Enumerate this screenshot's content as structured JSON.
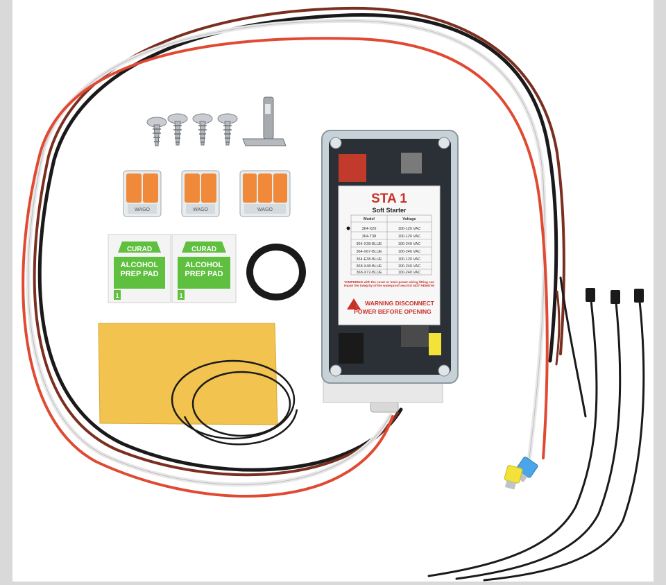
{
  "product_photo": {
    "device": {
      "title": "STA 1",
      "subtitle": "Soft Starter",
      "table": {
        "headers": [
          "Model",
          "Voltage"
        ],
        "rows": [
          {
            "model": "364-X26",
            "voltage": "100-120 VAC",
            "selected": true
          },
          {
            "model": "364-T38",
            "voltage": "100-120 VAC",
            "selected": false
          },
          {
            "model": "364-X38-BLUE",
            "voltage": "100-240 VAC",
            "selected": false
          },
          {
            "model": "364-X67-BLUE",
            "voltage": "100-240 VAC",
            "selected": false
          },
          {
            "model": "364-E38-BLUE",
            "voltage": "100-120 VAC",
            "selected": false
          },
          {
            "model": "368-X48-BLUE",
            "voltage": "100-240 VAC",
            "selected": false
          },
          {
            "model": "368-X72-BLUE",
            "voltage": "100-240 VAC",
            "selected": false
          }
        ]
      },
      "tamper_notice": "TAMPERING with the cover or main power wiring fitting can impair the integrity of the waterproof seal DO NOT REMOVE",
      "warning_line1": "WARNING DISCONNECT",
      "warning_line2": "POWER BEFORE OPENING"
    },
    "alcohol_pads": [
      {
        "brand": "CURAD",
        "line1": "ALCOHOL",
        "line2": "PREP PAD",
        "count": "1"
      },
      {
        "brand": "CURAD",
        "line1": "ALCOHOL",
        "line2": "PREP PAD",
        "count": "1"
      }
    ],
    "wago_connectors": [
      {
        "brand": "WAGO",
        "levers": 2
      },
      {
        "brand": "WAGO",
        "levers": 2
      },
      {
        "brand": "WAGO",
        "levers": 3
      }
    ],
    "colors": {
      "wire_red": "#e04a32",
      "wire_white": "#f2f2f2",
      "wire_black": "#1a1a1a",
      "wire_brown": "#7a2f20",
      "wago_orange": "#f08a3a",
      "pad_green": "#5fbf3f",
      "adhesive_yellow": "#f2c34e",
      "spade_yellow": "#f2e23a",
      "spade_blue": "#4aa6e8"
    }
  }
}
